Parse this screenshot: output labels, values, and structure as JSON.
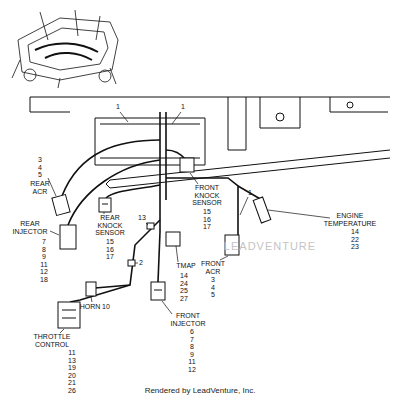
{
  "diagram": {
    "labels": [
      "1",
      "1",
      "3 4 5",
      "REAR ACR",
      "REAR INJECTOR",
      "7 8 9 11 12 18",
      "REAR KNOCK SENSOR",
      "15 16 17",
      "13",
      "2",
      "FRONT KNOCK SENSOR",
      "15 16 17",
      "1",
      "FRONT ACR",
      "3 4 5",
      "ENGINE TEMPERATURE",
      "14 22 23",
      "TMAP",
      "14 24 25 27",
      "FRONT INJECTOR",
      "6 7 8 9 11 12",
      "HORN",
      "10",
      "THROTTLE CONTROL",
      "11 13 19 20 21 26",
      "LEADVENTURE",
      "Rendered by LeadVenture, Inc."
    ]
  }
}
